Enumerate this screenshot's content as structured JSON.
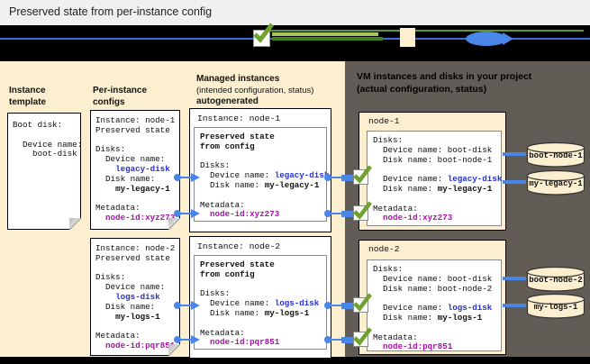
{
  "window": {
    "title": "Preserved state from per-instance config"
  },
  "colors": {
    "panel_cream": "#fcefcf",
    "panel_dark": "#615c55",
    "accent_blue": "#4a86e8",
    "text_blue": "#2531d9",
    "text_magenta": "#ab10ab",
    "check_green": "#6fa22e",
    "legend_green_light": "#a8c65c",
    "legend_green_dark": "#3f7d1e"
  },
  "columns": {
    "template": {
      "line1": "Instance",
      "line2": "template"
    },
    "per_instance": {
      "line1": "Per-instance",
      "line2": "configs"
    },
    "managed": {
      "line1": "Managed instances",
      "line2": "(intended configuration, status)",
      "line3": "autogenerated"
    },
    "vm": {
      "line1": "VM instances and disks in your project",
      "line2": "(actual configuration, status)"
    }
  },
  "template_box": {
    "lines": [
      [
        [
          "Boot disk:"
        ]
      ],
      [],
      [
        [
          "  Device name:"
        ]
      ],
      [
        [
          "    boot-disk"
        ]
      ]
    ]
  },
  "per_instance_boxes": [
    {
      "lines": [
        [
          [
            "Instance: node-1"
          ]
        ],
        [
          [
            "Preserved state"
          ]
        ],
        [],
        [
          [
            "Disks:"
          ]
        ],
        [
          [
            "  Device name:"
          ]
        ],
        [
          [
            "    "
          ],
          [
            "legacy-disk",
            "blue"
          ]
        ],
        [
          [
            "  Disk name:"
          ]
        ],
        [
          [
            "    "
          ],
          [
            "my-legacy-1",
            "b"
          ]
        ],
        [],
        [
          [
            "Metadata:"
          ]
        ],
        [
          [
            "  "
          ],
          [
            "node-id:xyz273",
            "mag"
          ]
        ]
      ]
    },
    {
      "lines": [
        [
          [
            "Instance: node-2"
          ]
        ],
        [
          [
            "Preserved state"
          ]
        ],
        [],
        [
          [
            "Disks:"
          ]
        ],
        [
          [
            "  Device name:"
          ]
        ],
        [
          [
            "    "
          ],
          [
            "logs-disk",
            "blue"
          ]
        ],
        [
          [
            "  Disk name:"
          ]
        ],
        [
          [
            "    "
          ],
          [
            "my-logs-1",
            "b"
          ]
        ],
        [],
        [
          [
            "Metadata:"
          ]
        ],
        [
          [
            "  "
          ],
          [
            "node-id:pqr851",
            "mag"
          ]
        ]
      ]
    }
  ],
  "managed_boxes": [
    {
      "title": "Instance: node-1",
      "lines": [
        [
          [
            "Preserved state",
            "b"
          ]
        ],
        [
          [
            "from config",
            "b"
          ]
        ],
        [],
        [
          [
            "Disks:"
          ]
        ],
        [
          [
            "  Device name: "
          ],
          [
            "legacy-disk",
            "blue"
          ]
        ],
        [
          [
            "  Disk name: "
          ],
          [
            "my-legacy-1",
            "b"
          ]
        ],
        [],
        [
          [
            "Metadata:"
          ]
        ],
        [
          [
            "  "
          ],
          [
            "node-id:xyz273",
            "mag"
          ]
        ]
      ]
    },
    {
      "title": "Instance: node-2",
      "lines": [
        [
          [
            "Preserved state",
            "b"
          ]
        ],
        [
          [
            "from config",
            "b"
          ]
        ],
        [],
        [
          [
            "Disks:"
          ]
        ],
        [
          [
            "  Device name: "
          ],
          [
            "logs-disk",
            "blue"
          ]
        ],
        [
          [
            "  Disk name: "
          ],
          [
            "my-logs-1",
            "b"
          ]
        ],
        [],
        [
          [
            "Metadata:"
          ]
        ],
        [
          [
            "  "
          ],
          [
            "node-id:pqr851",
            "mag"
          ]
        ]
      ]
    }
  ],
  "vm_boxes": [
    {
      "title": "node-1",
      "lines": [
        [
          [
            "Disks:"
          ]
        ],
        [
          [
            "  Device name: boot-disk"
          ]
        ],
        [
          [
            "  Disk name: boot-node-1"
          ]
        ],
        [],
        [
          [
            "  Device name: "
          ],
          [
            "legacy-disk",
            "blue"
          ]
        ],
        [
          [
            "  Disk name: "
          ],
          [
            "my-legacy-1",
            "b"
          ]
        ],
        [],
        [
          [
            "Metadata:"
          ]
        ],
        [
          [
            "  "
          ],
          [
            "node-id:xyz273",
            "mag"
          ]
        ]
      ]
    },
    {
      "title": "node-2",
      "lines": [
        [
          [
            "Disks:"
          ]
        ],
        [
          [
            "  Device name: boot-disk"
          ]
        ],
        [
          [
            "  Disk name: boot-node-2"
          ]
        ],
        [],
        [
          [
            "  Device name: "
          ],
          [
            "logs-disk",
            "blue"
          ]
        ],
        [
          [
            "  Disk name: "
          ],
          [
            "my-logs-1",
            "b"
          ]
        ],
        [],
        [
          [
            "Metadata:"
          ]
        ],
        [
          [
            "  "
          ],
          [
            "node-id:pqr851",
            "mag"
          ]
        ]
      ]
    }
  ],
  "disks": [
    {
      "label": "boot-node-1"
    },
    {
      "label": "my-legacy-1"
    },
    {
      "label": "boot-node-2"
    },
    {
      "label": "my-logs-1"
    }
  ]
}
